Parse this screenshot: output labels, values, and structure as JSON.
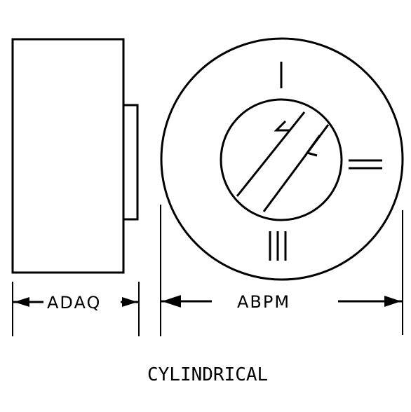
{
  "drawing": {
    "side_view_dimension_label": "ADAQ",
    "front_view_dimension_label": "ABPM",
    "roman_numerals": [
      "I",
      "II",
      "III"
    ],
    "caption": "CYLINDRICAL"
  },
  "colors": {
    "line": "#000000",
    "background": "#ffffff"
  }
}
